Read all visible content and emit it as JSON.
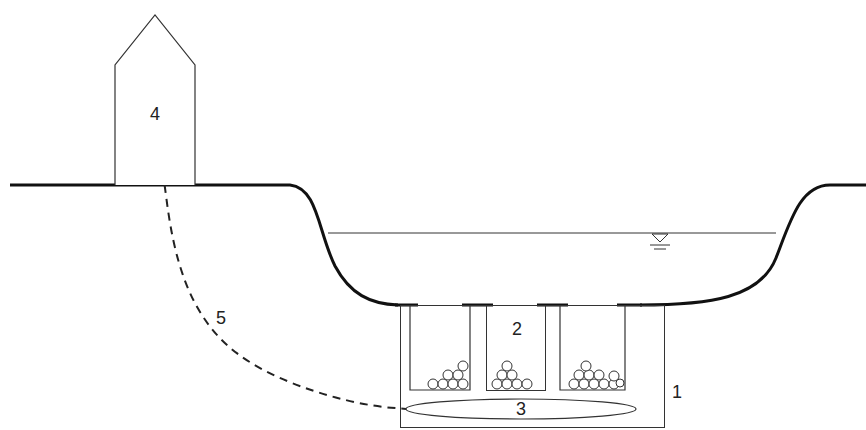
{
  "diagram": {
    "nodes": [
      {
        "text": [
          "4"
        ]
      },
      {
        "text": [
          "1"
        ]
      },
      {
        "text": [
          "2"
        ],
        "in": 1
      },
      {
        "text": [
          "3"
        ],
        "in": 1
      }
    ],
    "edges": [
      {
        "from": 0,
        "to": 3,
        "arrow": "none",
        "label": "5"
      }
    ]
  }
}
